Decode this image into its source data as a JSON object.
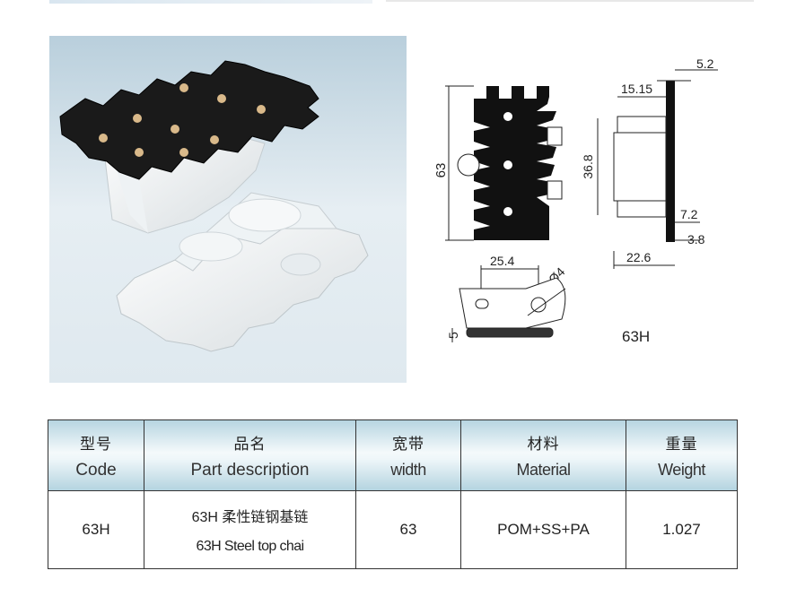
{
  "model_label": "63H",
  "dimensions": {
    "height": "63",
    "pitch": "25.4",
    "hole_dia": "Ø4",
    "plate_thickness": "5",
    "d_15_15": "15.15",
    "d_5_2": "5.2",
    "d_36_8": "36.8",
    "d_7_2": "7.2",
    "d_3_8": "3.8",
    "d_22_6": "22.6"
  },
  "table": {
    "headers": [
      {
        "zh": "型号",
        "en": "Code"
      },
      {
        "zh": "品名",
        "en": "Part description"
      },
      {
        "zh": "宽带",
        "en": "width"
      },
      {
        "zh": "材料",
        "en": "Material"
      },
      {
        "zh": "重量",
        "en": "Weight"
      }
    ],
    "row": {
      "code": "63H",
      "desc_zh": "63H 柔性链钢基链",
      "desc_en": "63H Steel top chai",
      "width": "63",
      "material": "POM+SS+PA",
      "weight": "1.027"
    }
  },
  "colors": {
    "header_blue": "#b8d6e2",
    "photo_bg": "#cfe0ea",
    "chain_black": "#1a1a1a"
  }
}
